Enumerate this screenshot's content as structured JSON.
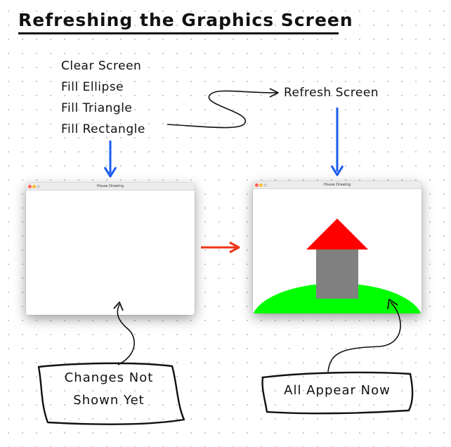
{
  "title": "Refreshing the Graphics Screen",
  "steps": [
    "Clear Screen",
    "Fill Ellipse",
    "Fill Triangle",
    "Fill Rectangle"
  ],
  "refresh_label": "Refresh Screen",
  "windows": {
    "left": {
      "title": "House Drawing"
    },
    "right": {
      "title": "House Drawing"
    }
  },
  "callouts": {
    "left": {
      "line1": "Changes Not",
      "line2": "Shown Yet"
    },
    "right": {
      "text": "All Appear Now"
    }
  },
  "colors": {
    "ink": "#111111",
    "blue_arrow": "#1a5cf0",
    "red_arrow": "#f03418",
    "roof": "#ff0000",
    "house": "#808080",
    "hill": "#00ff00"
  }
}
